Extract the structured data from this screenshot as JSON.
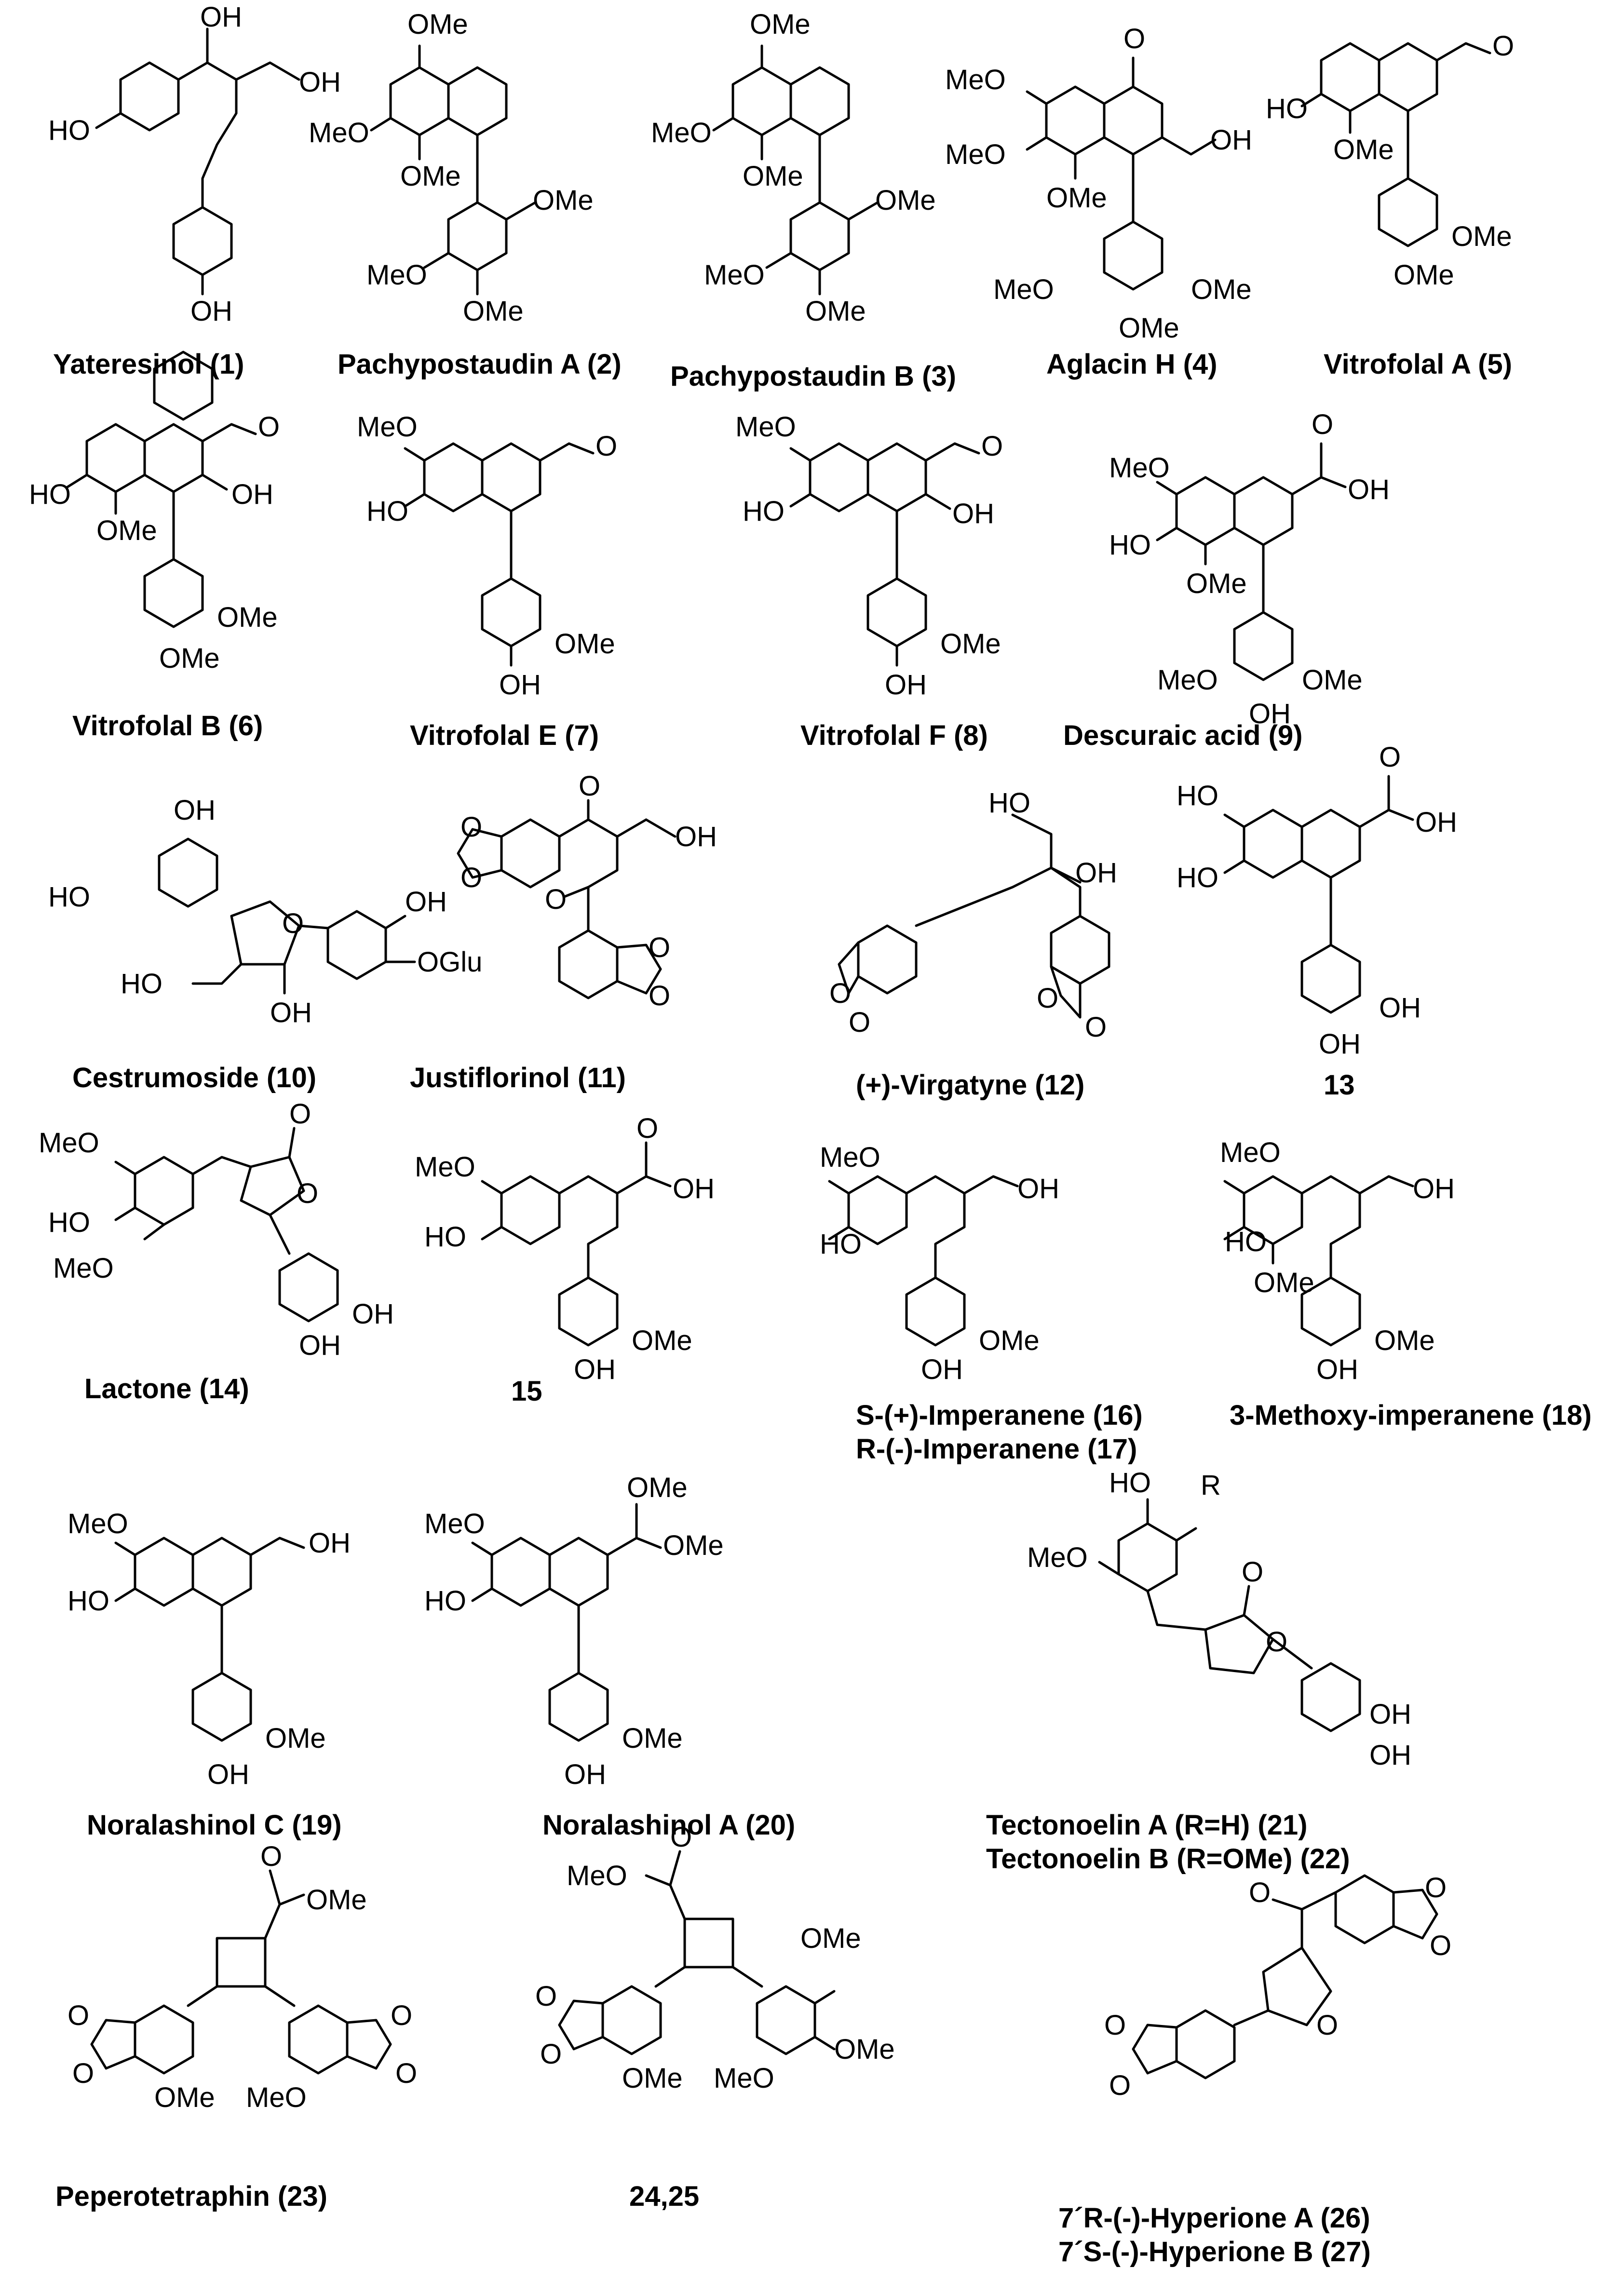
{
  "compounds": [
    {
      "id": "c1",
      "caption": "Yateresinol (1)"
    },
    {
      "id": "c2",
      "caption": "Pachypostaudin A (2)"
    },
    {
      "id": "c3",
      "caption": "Pachypostaudin B (3)"
    },
    {
      "id": "c4",
      "caption": "Aglacin H (4)"
    },
    {
      "id": "c5",
      "caption": "Vitrofolal A (5)"
    },
    {
      "id": "c6",
      "caption": "Vitrofolal B (6)"
    },
    {
      "id": "c7",
      "caption": "Vitrofolal E (7)"
    },
    {
      "id": "c8",
      "caption": "Vitrofolal F (8)"
    },
    {
      "id": "c9",
      "caption": "Descuraic acid (9)"
    },
    {
      "id": "c10",
      "caption": "Cestrumoside (10)"
    },
    {
      "id": "c11",
      "caption": "Justiflorinol (11)"
    },
    {
      "id": "c12",
      "caption": "(+)-Virgatyne (12)"
    },
    {
      "id": "c13",
      "caption": "13"
    },
    {
      "id": "c14",
      "caption": "Lactone (14)"
    },
    {
      "id": "c15",
      "caption": "15"
    },
    {
      "id": "c16",
      "caption": "S-(+)-Imperanene (16)",
      "caption2": "R-(-)-Imperanene (17)"
    },
    {
      "id": "c18",
      "caption": "3-Methoxy-imperanene (18)"
    },
    {
      "id": "c19",
      "caption": "Noralashinol C (19)"
    },
    {
      "id": "c20",
      "caption": "Noralashinol A (20)"
    },
    {
      "id": "c21",
      "caption": "Tectonoelin A (R=H) (21)",
      "caption2": "Tectonoelin B (R=OMe) (22)"
    },
    {
      "id": "c23",
      "caption": "Peperotetraphin (23)"
    },
    {
      "id": "c24",
      "caption": "24,25"
    },
    {
      "id": "c26",
      "caption": "7´R-(-)-Hyperione A (26)",
      "caption2": "7´S-(-)-Hyperione B (27)"
    }
  ],
  "atom_labels": {
    "OH": "OH",
    "HO": "HO",
    "OMe": "OMe",
    "MeO": "MeO",
    "O": "O",
    "OGlu": "OGlu",
    "R": "R"
  }
}
